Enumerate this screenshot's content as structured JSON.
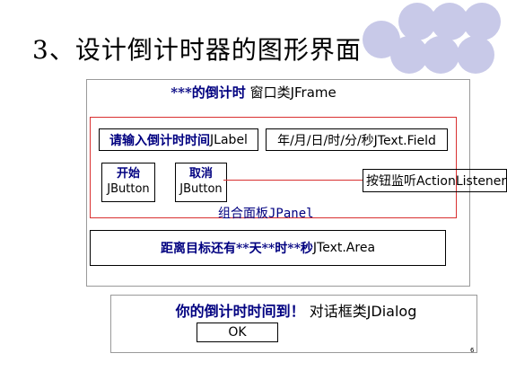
{
  "slide": {
    "title": "3、设计倒计时器的图形界面",
    "page_number": "6",
    "accent_color": "#c8c9e8",
    "line_color": "#d93030"
  },
  "frame": {
    "label_zh": "***的倒计时",
    "label_en": " 窗口类JFrame"
  },
  "prompt_label": {
    "zh": "请输入倒计时时间",
    "en": "JLabel"
  },
  "text_field": {
    "text": "年/月/日/时/分/秒JText.Field"
  },
  "start_button": {
    "zh": "开始",
    "en": "JButton"
  },
  "cancel_button": {
    "zh": "取消",
    "en": "JButton"
  },
  "listener": {
    "text": "按钮监听ActionListener"
  },
  "panel": {
    "label": "组合面板JPanel"
  },
  "text_area": {
    "zh": "距离目标还有**天**时**秒",
    "en": "JText.Area"
  },
  "dialog": {
    "zh": "你的倒计时时间到！",
    "en": " 对话框类JDialog",
    "ok_label": "OK"
  }
}
